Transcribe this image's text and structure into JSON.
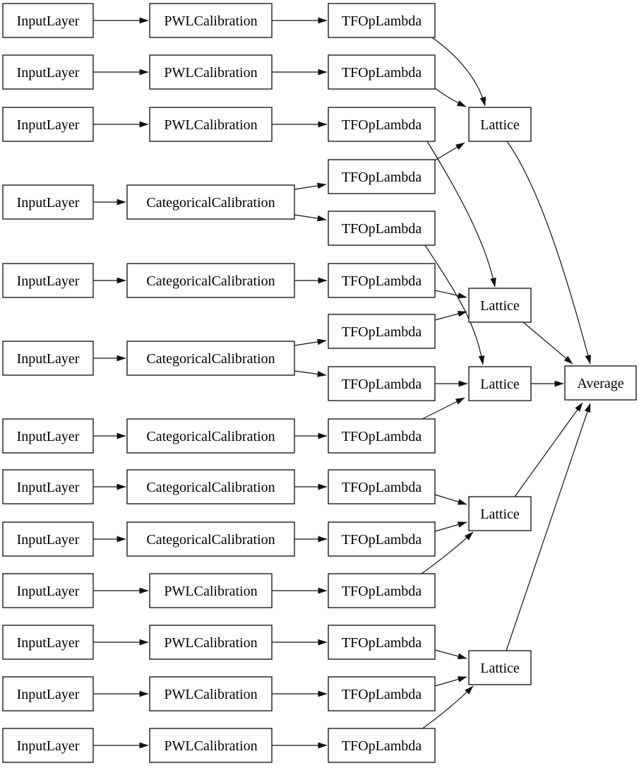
{
  "diagram": {
    "background_color": "#ffffff",
    "node_fill_color": "#ffffff",
    "node_border_color": "#1c1c1c",
    "edge_color": "#111111",
    "text_color": "#000000",
    "nodes": [
      {
        "id": "il1",
        "label": "InputLayer"
      },
      {
        "id": "il2",
        "label": "InputLayer"
      },
      {
        "id": "il3",
        "label": "InputLayer"
      },
      {
        "id": "il4",
        "label": "InputLayer"
      },
      {
        "id": "il5",
        "label": "InputLayer"
      },
      {
        "id": "il6",
        "label": "InputLayer"
      },
      {
        "id": "il7",
        "label": "InputLayer"
      },
      {
        "id": "il8",
        "label": "InputLayer"
      },
      {
        "id": "il9",
        "label": "InputLayer"
      },
      {
        "id": "il10",
        "label": "InputLayer"
      },
      {
        "id": "il11",
        "label": "InputLayer"
      },
      {
        "id": "il12",
        "label": "InputLayer"
      },
      {
        "id": "il13",
        "label": "InputLayer"
      },
      {
        "id": "pwl1",
        "label": "PWLCalibration"
      },
      {
        "id": "pwl2",
        "label": "PWLCalibration"
      },
      {
        "id": "pwl3",
        "label": "PWLCalibration"
      },
      {
        "id": "cat4",
        "label": "CategoricalCalibration"
      },
      {
        "id": "cat5",
        "label": "CategoricalCalibration"
      },
      {
        "id": "cat6",
        "label": "CategoricalCalibration"
      },
      {
        "id": "cat7",
        "label": "CategoricalCalibration"
      },
      {
        "id": "cat8",
        "label": "CategoricalCalibration"
      },
      {
        "id": "cat9",
        "label": "CategoricalCalibration"
      },
      {
        "id": "pwl10",
        "label": "PWLCalibration"
      },
      {
        "id": "pwl11",
        "label": "PWLCalibration"
      },
      {
        "id": "pwl12",
        "label": "PWLCalibration"
      },
      {
        "id": "pwl13",
        "label": "PWLCalibration"
      },
      {
        "id": "t1",
        "label": "TFOpLambda"
      },
      {
        "id": "t2",
        "label": "TFOpLambda"
      },
      {
        "id": "t3",
        "label": "TFOpLambda"
      },
      {
        "id": "t4",
        "label": "TFOpLambda"
      },
      {
        "id": "t5",
        "label": "TFOpLambda"
      },
      {
        "id": "t6",
        "label": "TFOpLambda"
      },
      {
        "id": "t7",
        "label": "TFOpLambda"
      },
      {
        "id": "t8",
        "label": "TFOpLambda"
      },
      {
        "id": "t9",
        "label": "TFOpLambda"
      },
      {
        "id": "t10",
        "label": "TFOpLambda"
      },
      {
        "id": "t11",
        "label": "TFOpLambda"
      },
      {
        "id": "t12",
        "label": "TFOpLambda"
      },
      {
        "id": "t13",
        "label": "TFOpLambda"
      },
      {
        "id": "t14",
        "label": "TFOpLambda"
      },
      {
        "id": "t15",
        "label": "TFOpLambda"
      },
      {
        "id": "lat1",
        "label": "Lattice"
      },
      {
        "id": "lat2",
        "label": "Lattice"
      },
      {
        "id": "lat3",
        "label": "Lattice"
      },
      {
        "id": "lat4",
        "label": "Lattice"
      },
      {
        "id": "lat5",
        "label": "Lattice"
      },
      {
        "id": "avg",
        "label": "Average"
      }
    ],
    "edges": [
      {
        "from": "il1",
        "to": "pwl1"
      },
      {
        "from": "il2",
        "to": "pwl2"
      },
      {
        "from": "il3",
        "to": "pwl3"
      },
      {
        "from": "il4",
        "to": "cat4"
      },
      {
        "from": "il5",
        "to": "cat5"
      },
      {
        "from": "il6",
        "to": "cat6"
      },
      {
        "from": "il7",
        "to": "cat7"
      },
      {
        "from": "il8",
        "to": "cat8"
      },
      {
        "from": "il9",
        "to": "cat9"
      },
      {
        "from": "il10",
        "to": "pwl10"
      },
      {
        "from": "il11",
        "to": "pwl11"
      },
      {
        "from": "il12",
        "to": "pwl12"
      },
      {
        "from": "il13",
        "to": "pwl13"
      },
      {
        "from": "pwl1",
        "to": "t1"
      },
      {
        "from": "pwl2",
        "to": "t2"
      },
      {
        "from": "pwl3",
        "to": "t3"
      },
      {
        "from": "cat4",
        "to": "t4"
      },
      {
        "from": "cat4",
        "to": "t5"
      },
      {
        "from": "cat5",
        "to": "t6"
      },
      {
        "from": "cat6",
        "to": "t7"
      },
      {
        "from": "cat6",
        "to": "t8"
      },
      {
        "from": "cat7",
        "to": "t9"
      },
      {
        "from": "cat8",
        "to": "t10"
      },
      {
        "from": "cat9",
        "to": "t11"
      },
      {
        "from": "pwl10",
        "to": "t12"
      },
      {
        "from": "pwl11",
        "to": "t13"
      },
      {
        "from": "pwl12",
        "to": "t14"
      },
      {
        "from": "pwl13",
        "to": "t15"
      },
      {
        "from": "t1",
        "to": "lat1"
      },
      {
        "from": "t2",
        "to": "lat1"
      },
      {
        "from": "t4",
        "to": "lat1"
      },
      {
        "from": "t3",
        "to": "lat2"
      },
      {
        "from": "t6",
        "to": "lat2"
      },
      {
        "from": "t7",
        "to": "lat2"
      },
      {
        "from": "t5",
        "to": "lat3"
      },
      {
        "from": "t8",
        "to": "lat3"
      },
      {
        "from": "t9",
        "to": "lat3"
      },
      {
        "from": "t10",
        "to": "lat4"
      },
      {
        "from": "t11",
        "to": "lat4"
      },
      {
        "from": "t12",
        "to": "lat4"
      },
      {
        "from": "t13",
        "to": "lat5"
      },
      {
        "from": "t14",
        "to": "lat5"
      },
      {
        "from": "t15",
        "to": "lat5"
      },
      {
        "from": "lat1",
        "to": "avg"
      },
      {
        "from": "lat2",
        "to": "avg"
      },
      {
        "from": "lat3",
        "to": "avg"
      },
      {
        "from": "lat4",
        "to": "avg"
      },
      {
        "from": "lat5",
        "to": "avg"
      }
    ]
  }
}
